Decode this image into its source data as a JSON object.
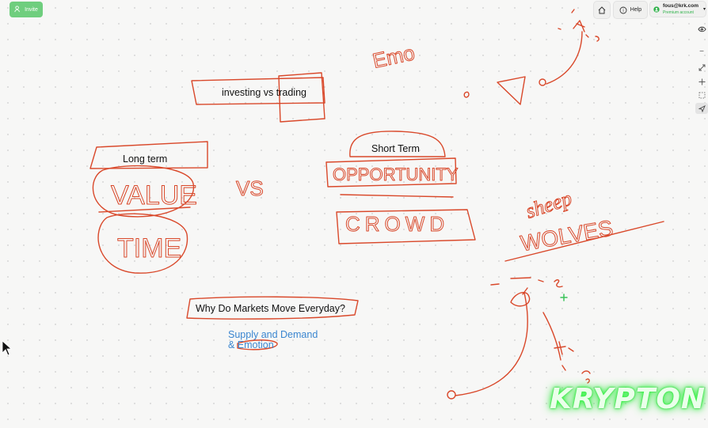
{
  "toolbar": {
    "invite_label": "Invite",
    "help_label": "Help",
    "account_email": "fous@krk.com",
    "account_plan": "Premium account",
    "icons": [
      "home-icon",
      "help-icon",
      "user-icon",
      "chevron-down-icon"
    ]
  },
  "side_toolbar": {
    "zoom_in": "+",
    "zoom_out": "−",
    "icons": [
      "eye-icon",
      "zoom-in-icon",
      "zoom-out-icon",
      "expand-icon",
      "move-icon",
      "select-icon",
      "send-icon"
    ]
  },
  "canvas": {
    "typed_text": {
      "investing_vs_trading": "investing vs trading",
      "long_term": "Long term",
      "short_term": "Short Term",
      "why_markets": "Why Do Markets Move Everyday?",
      "supply_demand_line1": "Supply and Demand",
      "supply_demand_line2": "& Emotion"
    },
    "handwritten": {
      "value": "VALUE",
      "time": "TIME",
      "vs": "VS",
      "opportunity": "OPPORTUNITY",
      "crowd": "CROWD",
      "emo": "Emo",
      "sheep": "sheep",
      "wolves": "WOLVES"
    },
    "ink_color": "#d9482a",
    "blue_text_color": "#3a86d0"
  },
  "watermark": {
    "text": "KRYPTON"
  }
}
